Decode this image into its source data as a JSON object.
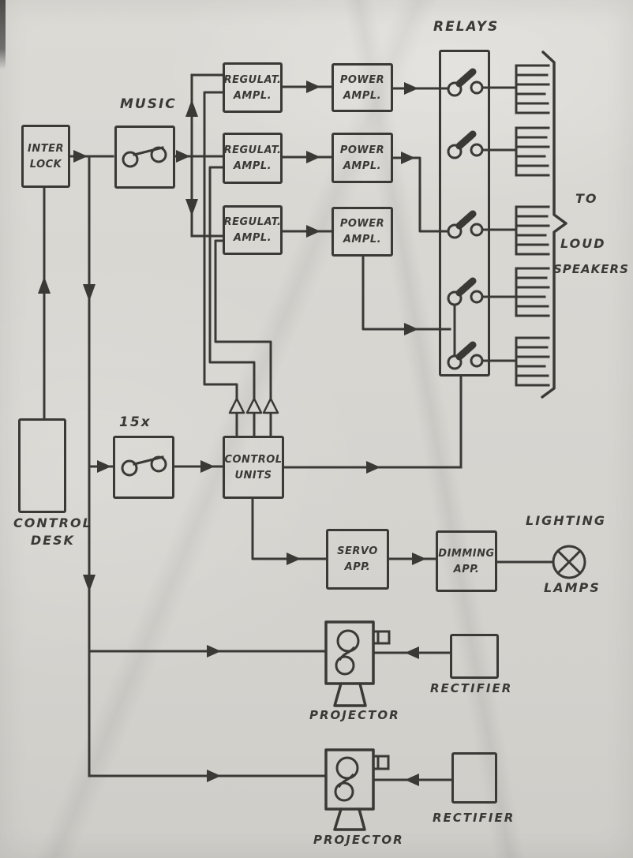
{
  "colors": {
    "ink": "#3a3936",
    "paper": "#d8d6d1"
  },
  "labels": {
    "music": "MUSIC",
    "relays": "RELAYS",
    "fifteen_x": "15x",
    "to": "TO",
    "loud": "LOUD",
    "speakers": "SPEAKERS",
    "lighting": "LIGHTING",
    "lamps": "LAMPS",
    "projector_1": "PROJECTOR",
    "projector_2": "PROJECTOR",
    "rectifier_1": "RECTIFIER",
    "rectifier_2": "RECTIFIER"
  },
  "blocks": {
    "interlock": {
      "line1": "INTER",
      "line2": "LOCK"
    },
    "regulat_ampl_1": {
      "line1": "REGULAT.",
      "line2": "AMPL."
    },
    "regulat_ampl_2": {
      "line1": "REGULAT.",
      "line2": "AMPL."
    },
    "regulat_ampl_3": {
      "line1": "REGULAT.",
      "line2": "AMPL."
    },
    "power_ampl_1": {
      "line1": "POWER",
      "line2": "AMPL."
    },
    "power_ampl_2": {
      "line1": "POWER",
      "line2": "AMPL."
    },
    "power_ampl_3": {
      "line1": "POWER",
      "line2": "AMPL."
    },
    "control_desk": {
      "line1": "CONTROL",
      "line2": "DESK"
    },
    "control_units": {
      "line1": "CONTROL",
      "line2": "UNITS"
    },
    "servo_app": {
      "line1": "SERVO",
      "line2": "APP."
    },
    "dimming_app": {
      "line1": "DIMMING",
      "line2": "APP."
    }
  }
}
